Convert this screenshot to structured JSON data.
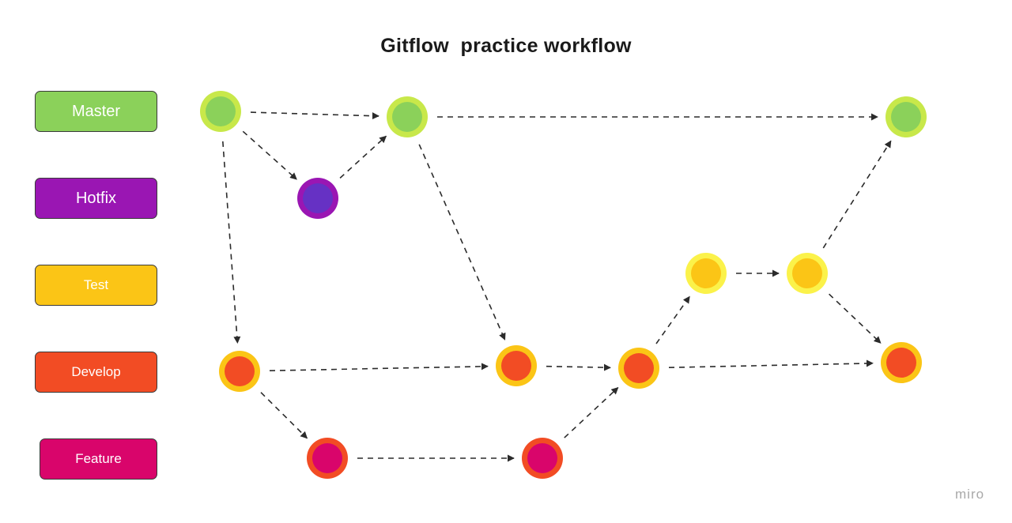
{
  "title": "Gitflow  practice workflow",
  "watermark": "miro",
  "lanes": [
    {
      "id": "master",
      "label": "Master",
      "fill": "#8bd15a"
    },
    {
      "id": "hotfix",
      "label": "Hotfix",
      "fill": "#9a16b3"
    },
    {
      "id": "test",
      "label": "Test",
      "fill": "#fbc516"
    },
    {
      "id": "develop",
      "label": "Develop",
      "fill": "#f24c24"
    },
    {
      "id": "feature",
      "label": "Feature",
      "fill": "#d9056b"
    }
  ],
  "node_colors": {
    "master": {
      "ring": "#c8e84a",
      "fill": "#8bd15a"
    },
    "hotfix": {
      "ring": "#9a16b3",
      "fill": "#6631c4"
    },
    "test": {
      "ring": "#fbf24a",
      "fill": "#fbc516"
    },
    "develop": {
      "ring": "#fbc516",
      "fill": "#f24c24"
    },
    "feature": {
      "ring": "#f24c24",
      "fill": "#d9056b"
    }
  },
  "nodes": [
    {
      "id": "m1",
      "lane": "master"
    },
    {
      "id": "m2",
      "lane": "master"
    },
    {
      "id": "m3",
      "lane": "master"
    },
    {
      "id": "h1",
      "lane": "hotfix"
    },
    {
      "id": "t1",
      "lane": "test"
    },
    {
      "id": "t2",
      "lane": "test"
    },
    {
      "id": "d1",
      "lane": "develop"
    },
    {
      "id": "d2",
      "lane": "develop"
    },
    {
      "id": "d3",
      "lane": "develop"
    },
    {
      "id": "d4",
      "lane": "develop"
    },
    {
      "id": "f1",
      "lane": "feature"
    },
    {
      "id": "f2",
      "lane": "feature"
    }
  ],
  "edges": [
    {
      "from": "m1",
      "to": "m2"
    },
    {
      "from": "m1",
      "to": "h1"
    },
    {
      "from": "h1",
      "to": "m2"
    },
    {
      "from": "m1",
      "to": "d1"
    },
    {
      "from": "m2",
      "to": "m3"
    },
    {
      "from": "m2",
      "to": "d2"
    },
    {
      "from": "d1",
      "to": "d2"
    },
    {
      "from": "d1",
      "to": "f1"
    },
    {
      "from": "f1",
      "to": "f2"
    },
    {
      "from": "f2",
      "to": "d3"
    },
    {
      "from": "d2",
      "to": "d3"
    },
    {
      "from": "d3",
      "to": "t1"
    },
    {
      "from": "t1",
      "to": "t2"
    },
    {
      "from": "t2",
      "to": "m3"
    },
    {
      "from": "t2",
      "to": "d4"
    },
    {
      "from": "d3",
      "to": "d4"
    }
  ]
}
